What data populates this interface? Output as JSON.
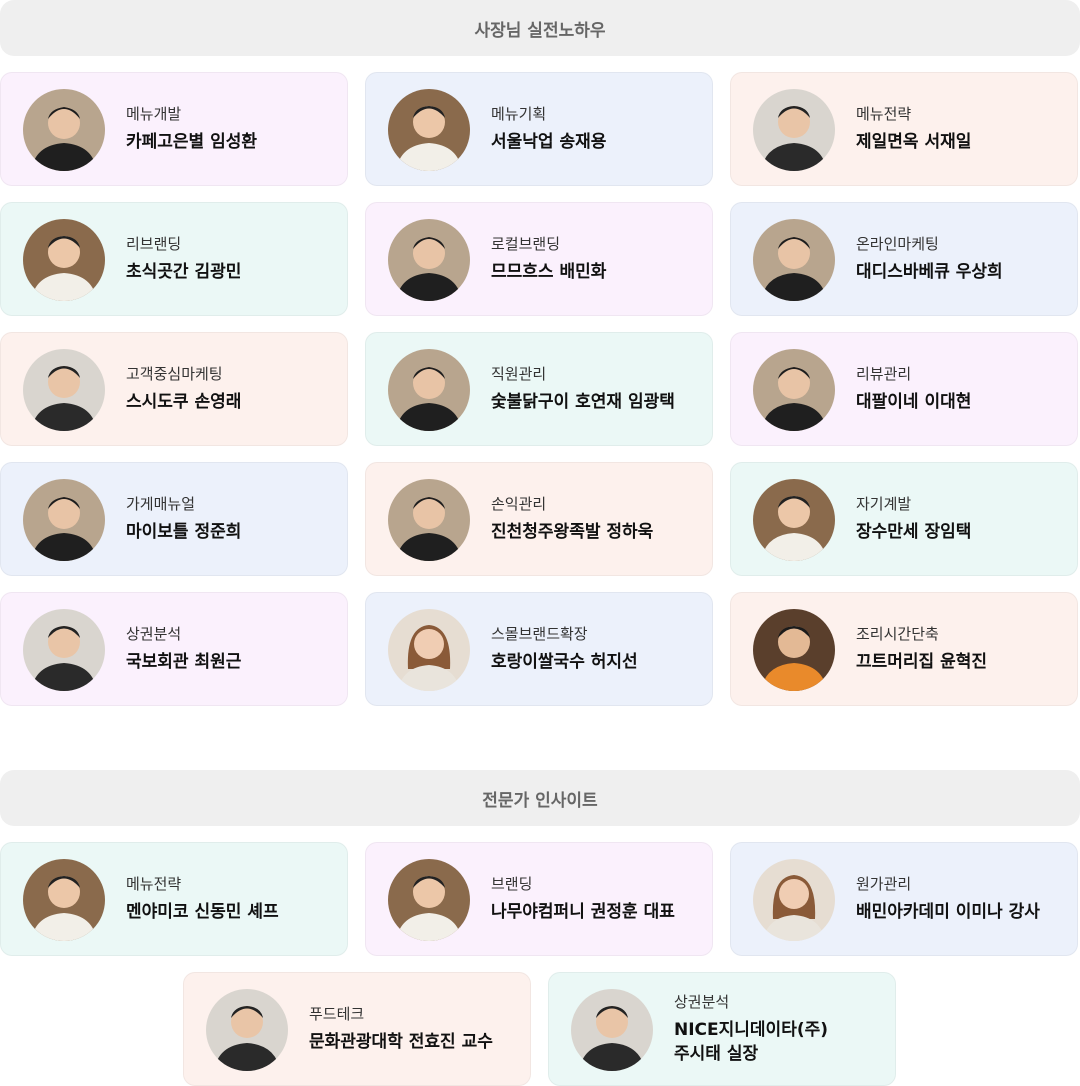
{
  "sections": {
    "owner_title": "사장님 실전노하우",
    "expert_title": "전문가 인사이트"
  },
  "owner_cards": [
    {
      "category": "메뉴개발",
      "name": "카페고은별 임성환"
    },
    {
      "category": "메뉴기획",
      "name": "서울낙업 송재용"
    },
    {
      "category": "메뉴전략",
      "name": "제일면옥 서재일"
    },
    {
      "category": "리브랜딩",
      "name": "초식곳간 김광민"
    },
    {
      "category": "로컬브랜딩",
      "name": "므므흐스 배민화"
    },
    {
      "category": "온라인마케팅",
      "name": "대디스바베큐 우상희"
    },
    {
      "category": "고객중심마케팅",
      "name": "스시도쿠 손영래"
    },
    {
      "category": "직원관리",
      "name": "숯불닭구이 호연재 임광택"
    },
    {
      "category": "리뷰관리",
      "name": "대팔이네 이대현"
    },
    {
      "category": "가게매뉴얼",
      "name": "마이보틀 정준희"
    },
    {
      "category": "손익관리",
      "name": "진천청주왕족발 정하욱"
    },
    {
      "category": "자기계발",
      "name": "장수만세 장임택"
    },
    {
      "category": "상권분석",
      "name": "국보회관 최원근"
    },
    {
      "category": "스몰브랜드확장",
      "name": "호랑이쌀국수 허지선"
    },
    {
      "category": "조리시간단축",
      "name": "끄트머리집 윤혁진"
    }
  ],
  "expert_cards": [
    {
      "category": "메뉴전략",
      "name": "멘야미코 신동민 셰프"
    },
    {
      "category": "브랜딩",
      "name": "나무야컴퍼니 권정훈 대표"
    },
    {
      "category": "원가관리",
      "name": "배민아카데미 이미나 강사"
    },
    {
      "category": "푸드테크",
      "name": "문화관광대학 전효진 교수"
    },
    {
      "category": "상권분석",
      "name": "NICE지니데이타(주)",
      "name_line2": "주시태 실장"
    }
  ],
  "colors": {
    "pink": "#fbf1fd",
    "blue": "#ecf1fb",
    "peach": "#fdf1ed",
    "mint": "#ebf8f6",
    "header_bg": "#efefef",
    "header_text": "#666666"
  }
}
